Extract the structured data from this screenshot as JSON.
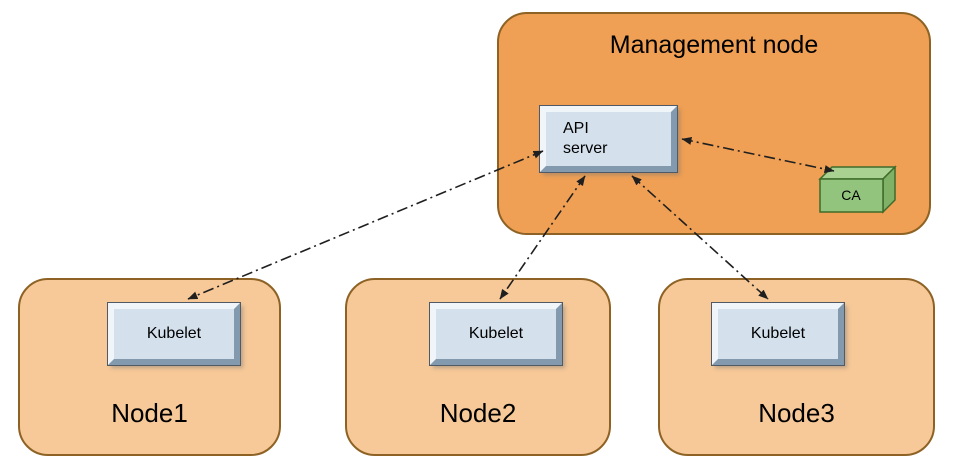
{
  "diagram": {
    "management": {
      "label": "Management node",
      "api_server_label": "API\nserver",
      "ca_label": "CA"
    },
    "nodes": [
      {
        "label": "Node1",
        "component_label": "Kubelet"
      },
      {
        "label": "Node2",
        "component_label": "Kubelet"
      },
      {
        "label": "Node3",
        "component_label": "Kubelet"
      }
    ]
  },
  "colors": {
    "management_fill": "#efa055",
    "management_stroke": "#8d6224",
    "node_fill": "#f7c998",
    "node_stroke": "#8d6224",
    "component_fill": "#d4e0ec",
    "component_edge_light": "#f0f5fa",
    "component_edge_dark": "#8299ae",
    "ca_front": "#93c47d",
    "ca_top": "#a9d292",
    "ca_side": "#7fb267",
    "ca_stroke": "#3e6b2a",
    "arrow": "#1f1f1f",
    "text": "#000000",
    "background": "#ffffff"
  }
}
